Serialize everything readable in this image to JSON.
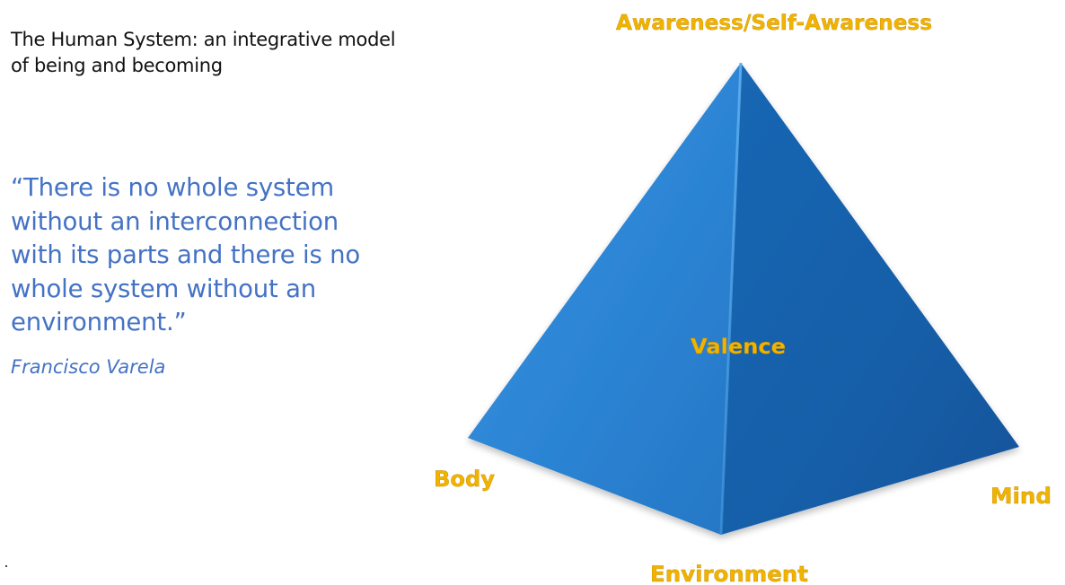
{
  "slide": {
    "title": "The Human System: an integrative model of being  and becoming",
    "quote": "“There is no whole system without an interconnection with its parts and there is no whole system without an environment.”",
    "author": "Francisco Varela"
  },
  "pyramid": {
    "apex_label": "Awareness/Self-Awareness",
    "left_label": "Body",
    "right_label": "Mind",
    "bottom_label": "Environment",
    "center_label": "Valence",
    "colors": {
      "left_face": "#2f86d6",
      "right_face": "#165fa8",
      "label": "#f0b400",
      "quote": "#4472c4"
    }
  }
}
